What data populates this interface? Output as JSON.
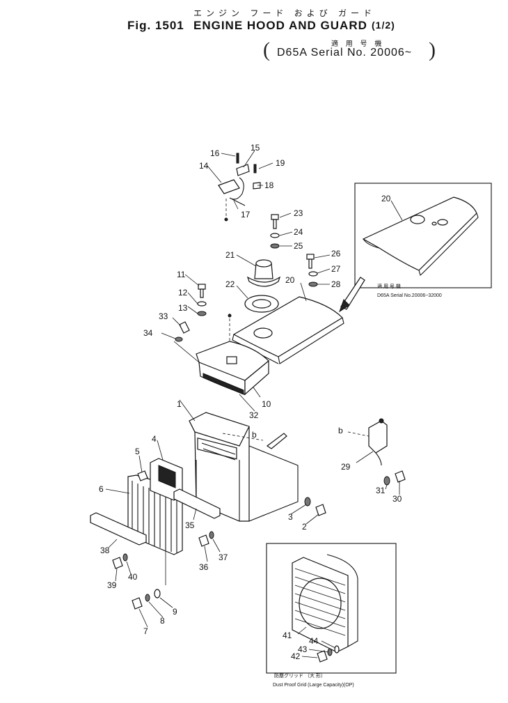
{
  "header": {
    "japanese_title": "エンジン フード および ガード",
    "fig_label": "Fig. 1501",
    "title": "ENGINE HOOD AND GUARD",
    "part_fraction": "(1/2)",
    "applicable_jp": "適 用 号 機",
    "serial": "D65A Serial No. 20006~"
  },
  "insets": {
    "hood_top": {
      "jp_caption": "適 用 号 機",
      "caption": "D65A Serial No.20006~32000"
    },
    "dust_grid": {
      "jp_caption": "防塵グリッド （大 形）",
      "caption": "Dust Proof Grid (Large Capacity)(OP)"
    }
  },
  "part_numbers": [
    "1",
    "2",
    "3",
    "4",
    "5",
    "6",
    "7",
    "8",
    "9",
    "10",
    "11",
    "12",
    "13",
    "14",
    "15",
    "16",
    "17",
    "18",
    "19",
    "20",
    "21",
    "22",
    "23",
    "24",
    "25",
    "26",
    "27",
    "28",
    "29",
    "30",
    "31",
    "32",
    "33",
    "34",
    "35",
    "36",
    "37",
    "38",
    "39",
    "40",
    "41",
    "42",
    "43",
    "44"
  ],
  "inset_part_number": "20",
  "connector_labels": [
    "b",
    "b"
  ]
}
